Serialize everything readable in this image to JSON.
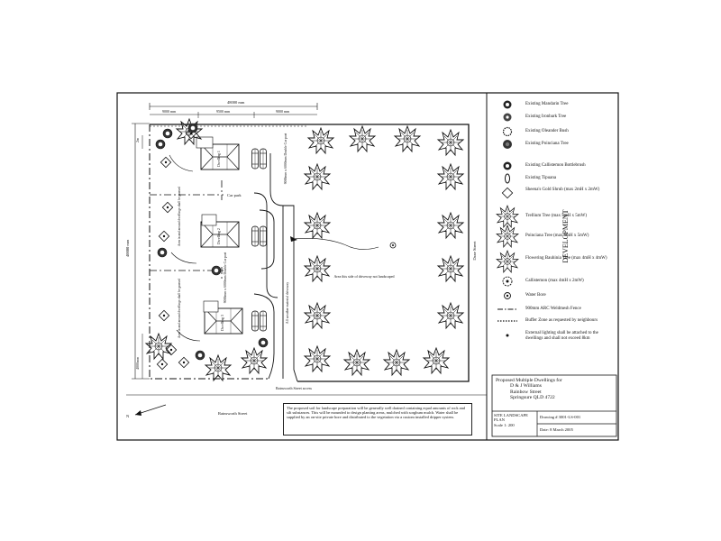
{
  "frame": {
    "overall_dim": "48000 mm",
    "segment_dims": [
      "9000 mm",
      "9500 mm",
      "9000 mm"
    ],
    "left_dim": "40000 mm",
    "small_dims": [
      "2m",
      "4000mm"
    ]
  },
  "labels": {
    "carport_top": "9000mm x 6000mm Double Car port",
    "carport_mid": "9000mm x 6000mm Double Car port",
    "car_park": "Car park",
    "dwelling_1": "Dwelling 1",
    "dwelling_2": "Dwelling 2",
    "dwelling_3": "Dwelling 3",
    "grass_note_1": "Area in and around dwellings shall be grassed",
    "grass_note_2": "Area in and around dwellings shall be grassed",
    "driveway": "All weather material driveway",
    "landscaped_area": "Area this side of driveway not landscaped",
    "rainsworth_access": "Rainsworth Street access",
    "rainsworth_street": "Rainsworth Street",
    "dane_street": "Dane Street",
    "north": "N",
    "watermark": "DEVELOPMENT"
  },
  "notes": "The proposed soil for landscape preparation will be generally well drained containing equal amounts of rock and silt substances. This will be mounded to design planting areas, mulched with sorghum mulch. Water shall be supplied by an on-site private bore and distributed to the vegetation via a custom installed dripper system.",
  "legend": [
    {
      "icon": "mandarin-tree-icon",
      "label": "Existing Mandarin Tree"
    },
    {
      "icon": "ironbark-tree-icon",
      "label": "Existing Ironbark Tree"
    },
    {
      "icon": "oleander-bush-icon",
      "label": "Existing Oleander Bush"
    },
    {
      "icon": "poinciana-tree-icon",
      "label": "Existing Poinciana Tree"
    },
    {
      "icon": "bottlebrush-icon",
      "label": "Existing Callistemon Bottlebrush"
    },
    {
      "icon": "tipuana-icon",
      "label": "Existing Tipuana"
    },
    {
      "icon": "gold-shrub-icon",
      "label": "Sheena's Gold Shrub (max 2mH x 2mW)"
    },
    {
      "icon": "trellium-tree-icon",
      "label": "Trellium Tree (max 5mH x 5mW)"
    },
    {
      "icon": "poinciana-planted-icon",
      "label": "Poinciana Tree (max 5mH x 5mW)"
    },
    {
      "icon": "bauhinia-tree-icon",
      "label": "Flowering Bauhinia Tree (max 4mH x 4mW)"
    },
    {
      "icon": "callistemon-icon",
      "label": "Callistemon (max 4mH x 2mW)"
    },
    {
      "icon": "water-bore-icon",
      "label": "Water Bore"
    },
    {
      "icon": "fence-line-icon",
      "label": "900mm ARC Weldmesh Fence"
    },
    {
      "icon": "buffer-line-icon",
      "label": "Buffer Zone as requested by neighbours"
    },
    {
      "icon": "lighting-note-icon",
      "label": "External lighting shall be attached to the dwellings and shall not exceed 8km"
    }
  ],
  "title_block": {
    "project": "Proposed Multiple Dwellings for",
    "client": "D & J Williams",
    "street": "Rainbow Street",
    "suburb": "Springsure QLD 4722",
    "sheet": "SITE LANDSCAPE PLAN",
    "scale": "Scale 1: 200",
    "drawing": "Drawing # 3001-LS-001",
    "date": "Date: 8 March 2005"
  }
}
